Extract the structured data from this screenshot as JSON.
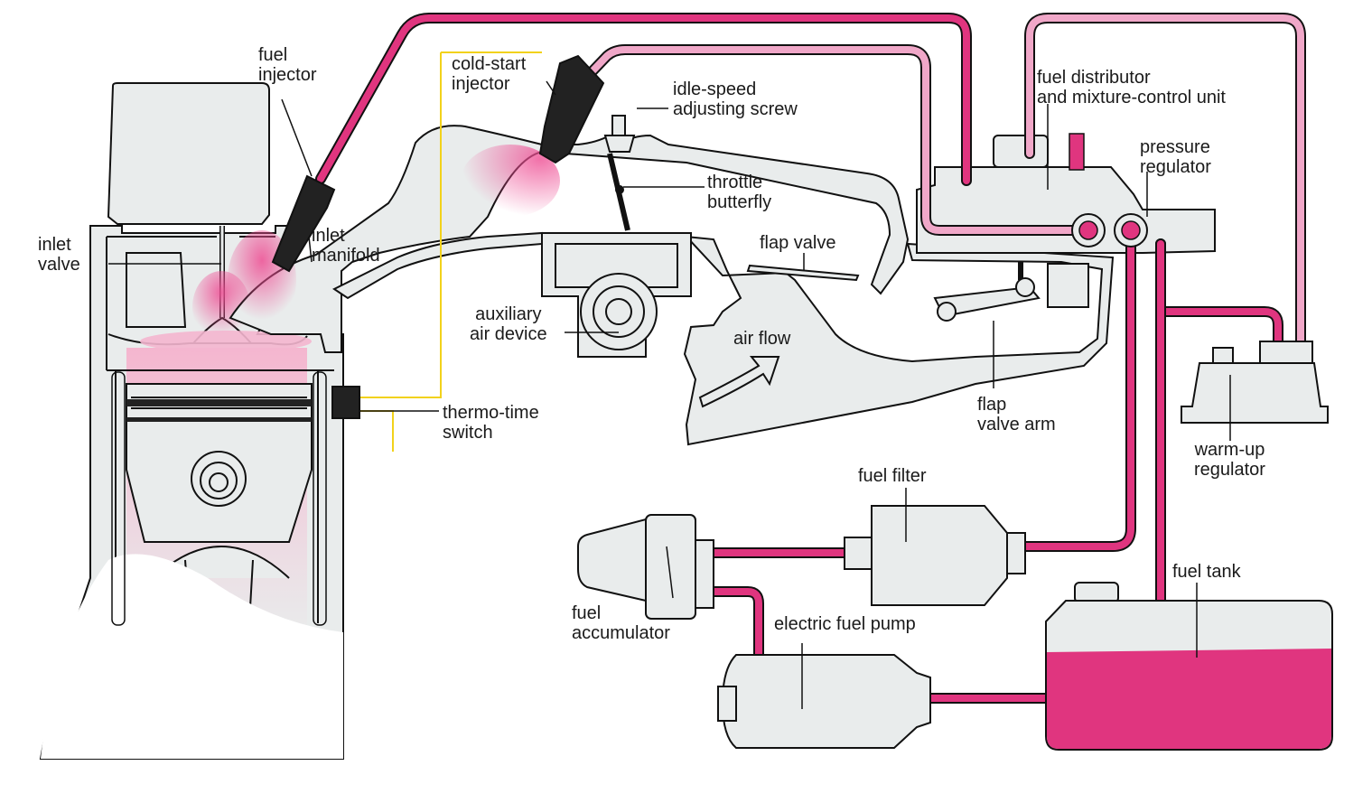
{
  "labels": {
    "fuel_injector": "fuel\ninjector",
    "cold_start_injector": "cold-start\ninjector",
    "idle_speed_screw": "idle-speed\nadjusting screw",
    "fuel_distributor": "fuel distributor\nand mixture-control unit",
    "pressure_regulator": "pressure\nregulator",
    "throttle_butterfly": "throttle\nbutterfly",
    "inlet_valve": "inlet\nvalve",
    "inlet_manifold": "inlet\nmanifold",
    "flap_valve": "flap valve",
    "auxiliary_air_device": "auxiliary\nair device",
    "air_flow": "air flow",
    "thermo_time_switch": "thermo-time\nswitch",
    "flap_valve_arm": "flap\nvalve arm",
    "warm_up_regulator": "warm-up\nregulator",
    "fuel_filter": "fuel filter",
    "fuel_tank": "fuel tank",
    "fuel_accumulator": "fuel\naccumulator",
    "electric_fuel_pump": "electric fuel pump"
  },
  "colors": {
    "fuel_line": "#e0357f",
    "fuel_line_light": "#f0a7c8",
    "component_fill": "#e9ecec",
    "outline": "#111111",
    "wire": "#f2d21b",
    "fuel_spray": "#ee4d93"
  }
}
